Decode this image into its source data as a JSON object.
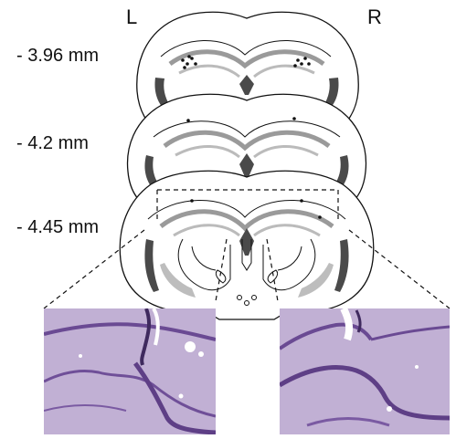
{
  "labels": {
    "left_hemisphere": "L",
    "right_hemisphere": "R"
  },
  "sections": [
    {
      "depth_label": "- 3.96 mm"
    },
    {
      "depth_label": "- 4.2 mm"
    },
    {
      "depth_label": "- 4.45 mm"
    }
  ],
  "micrographs": [
    {
      "side": "left",
      "stain_color": "#8a6fb0"
    },
    {
      "side": "right",
      "stain_color": "#8a6fb0"
    }
  ],
  "colors": {
    "outline": "#111111",
    "ventricle_fill": "#4a4a4a",
    "tract_fill": "#bdbdbd",
    "marker": "#111111"
  }
}
